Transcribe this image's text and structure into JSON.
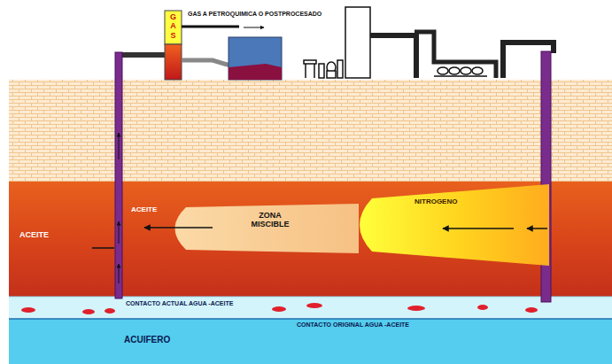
{
  "diagram": {
    "nodes": [
      {
        "text": [
          "G A S"
        ]
      },
      {
        "text": [
          "ACEITE"
        ]
      },
      {
        "text": [
          "ZONA MISCIBLE"
        ],
        "in": 1
      },
      {
        "text": [
          "NITROGENO"
        ],
        "in": 1
      },
      {
        "text": [
          "CONTACTO ACTUAL AGUA -ACEITE"
        ]
      },
      {
        "text": [
          "CONTACTO ORIGINAL AGUA -ACEITE",
          "ACUIFERO"
        ]
      }
    ],
    "labels": [
      "GAS A PETROQUIMICA O POSTPROCESADO",
      "ACEITE"
    ]
  }
}
